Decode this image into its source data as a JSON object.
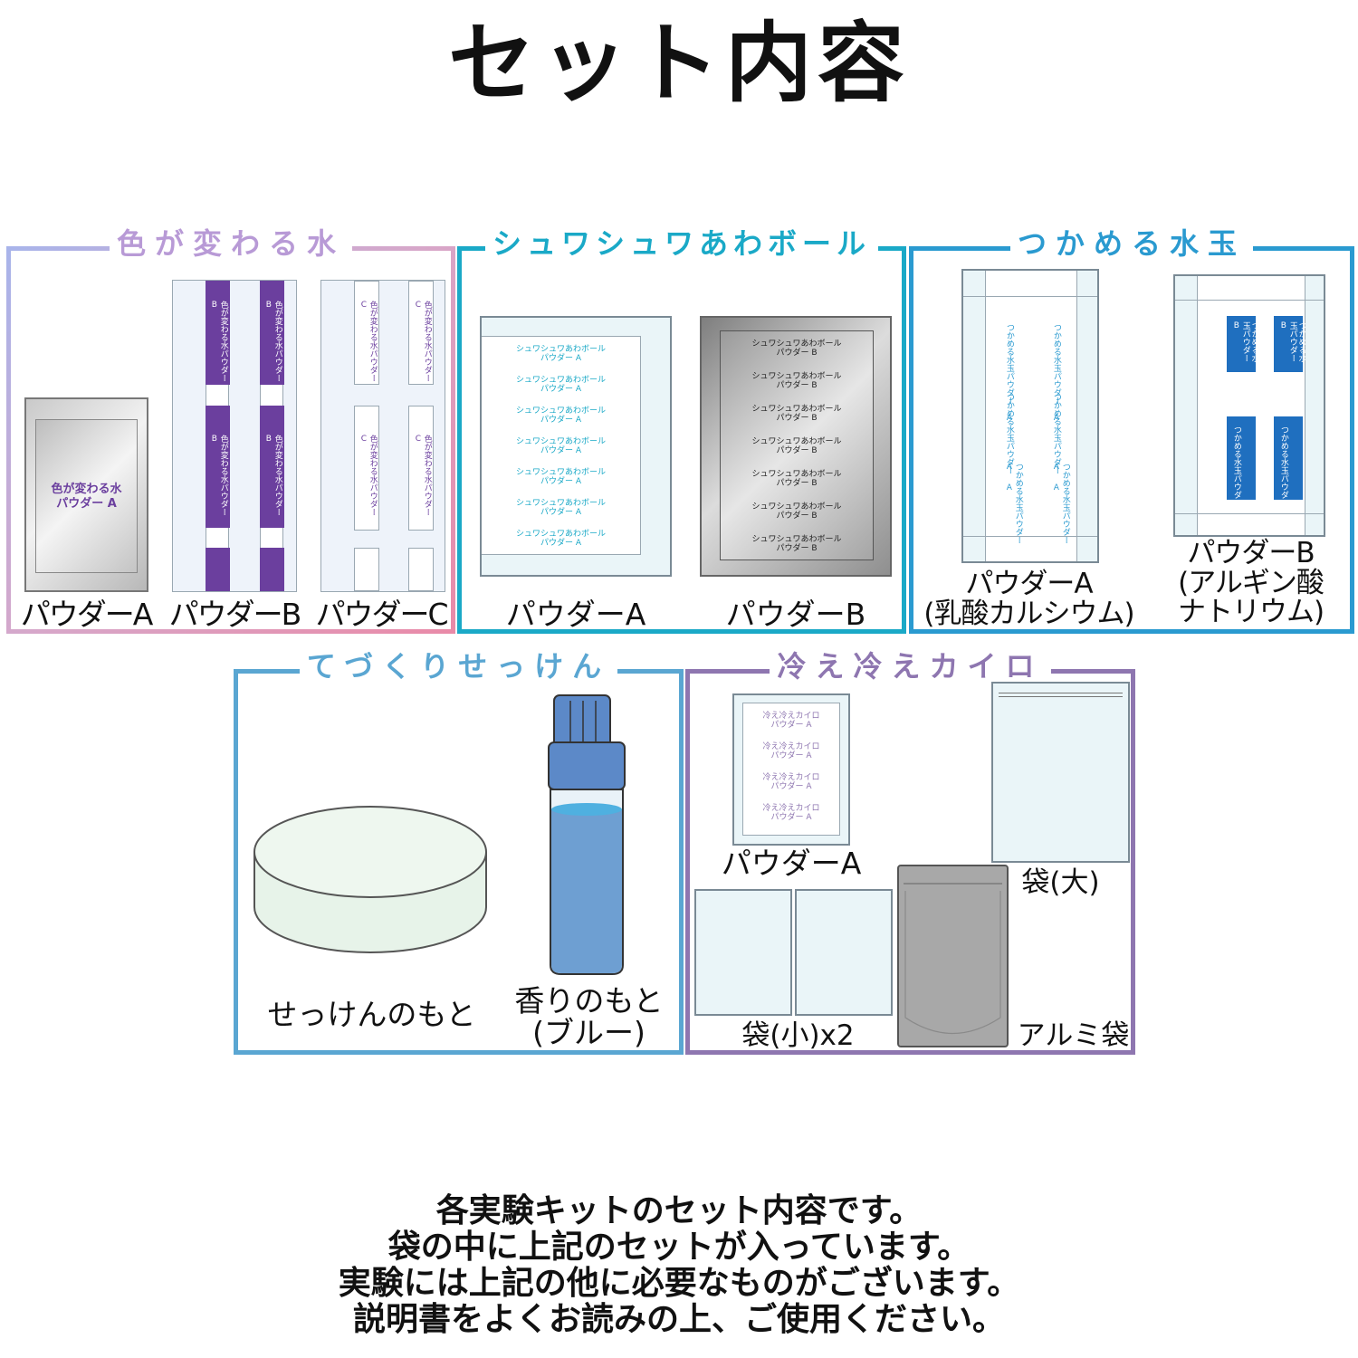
{
  "title": "セット内容",
  "colors": {
    "sec1_border": "#c8a6d4",
    "sec2_border": "#1aa9c7",
    "sec3_border": "#2a9ad0",
    "sec4_border": "#5aa6d2",
    "sec5_border": "#8e76b0",
    "purple_strip": "#6b3f9e",
    "blue_strip": "#1f6fbf",
    "cyan_text": "#1aa9c7"
  },
  "sections": {
    "iro": {
      "title": "色が変わる水",
      "packet_text": "色が変わる水\nパウダー A",
      "strip_b_text": "色が変わる水パウダー B",
      "strip_c_text": "色が変わる水パウダー C",
      "labels": [
        "パウダーA",
        "パウダーB",
        "パウダーC"
      ]
    },
    "shuwa": {
      "title": "シュワシュワあわボール",
      "packet_a_line": "シュワシュワあわボール\nパウダー A",
      "packet_b_line": "シュワシュワあわボール\nパウダー B",
      "labels": [
        "パウダーA",
        "パウダーB"
      ]
    },
    "tsukameru": {
      "title": "つかめる水玉",
      "strip_a_text": "つかめる水玉パウダー A",
      "strip_b_text": "つかめる水玉パウダー B",
      "label_a": "パウダーA\n(乳酸カルシウム)",
      "label_b": "パウダーB\n(アルギン酸\nナトリウム)"
    },
    "tezukuri": {
      "title": "てづくりせっけん",
      "label_soap": "せっけんのもと",
      "label_scent": "香りのもと\n(ブルー)"
    },
    "hie": {
      "title": "冷え冷えカイロ",
      "packet_line": "冷え冷えカイロ\nパウダー A",
      "label_powder": "パウダーA",
      "label_bag_large": "袋(大)",
      "label_bag_small": "袋(小)x2",
      "label_alumi": "アルミ袋"
    }
  },
  "footer": "各実験キットのセット内容です。\n袋の中に上記のセットが入っています。\n実験には上記の他に必要なものがございます。\n説明書をよくお読みの上、ご使用ください。"
}
